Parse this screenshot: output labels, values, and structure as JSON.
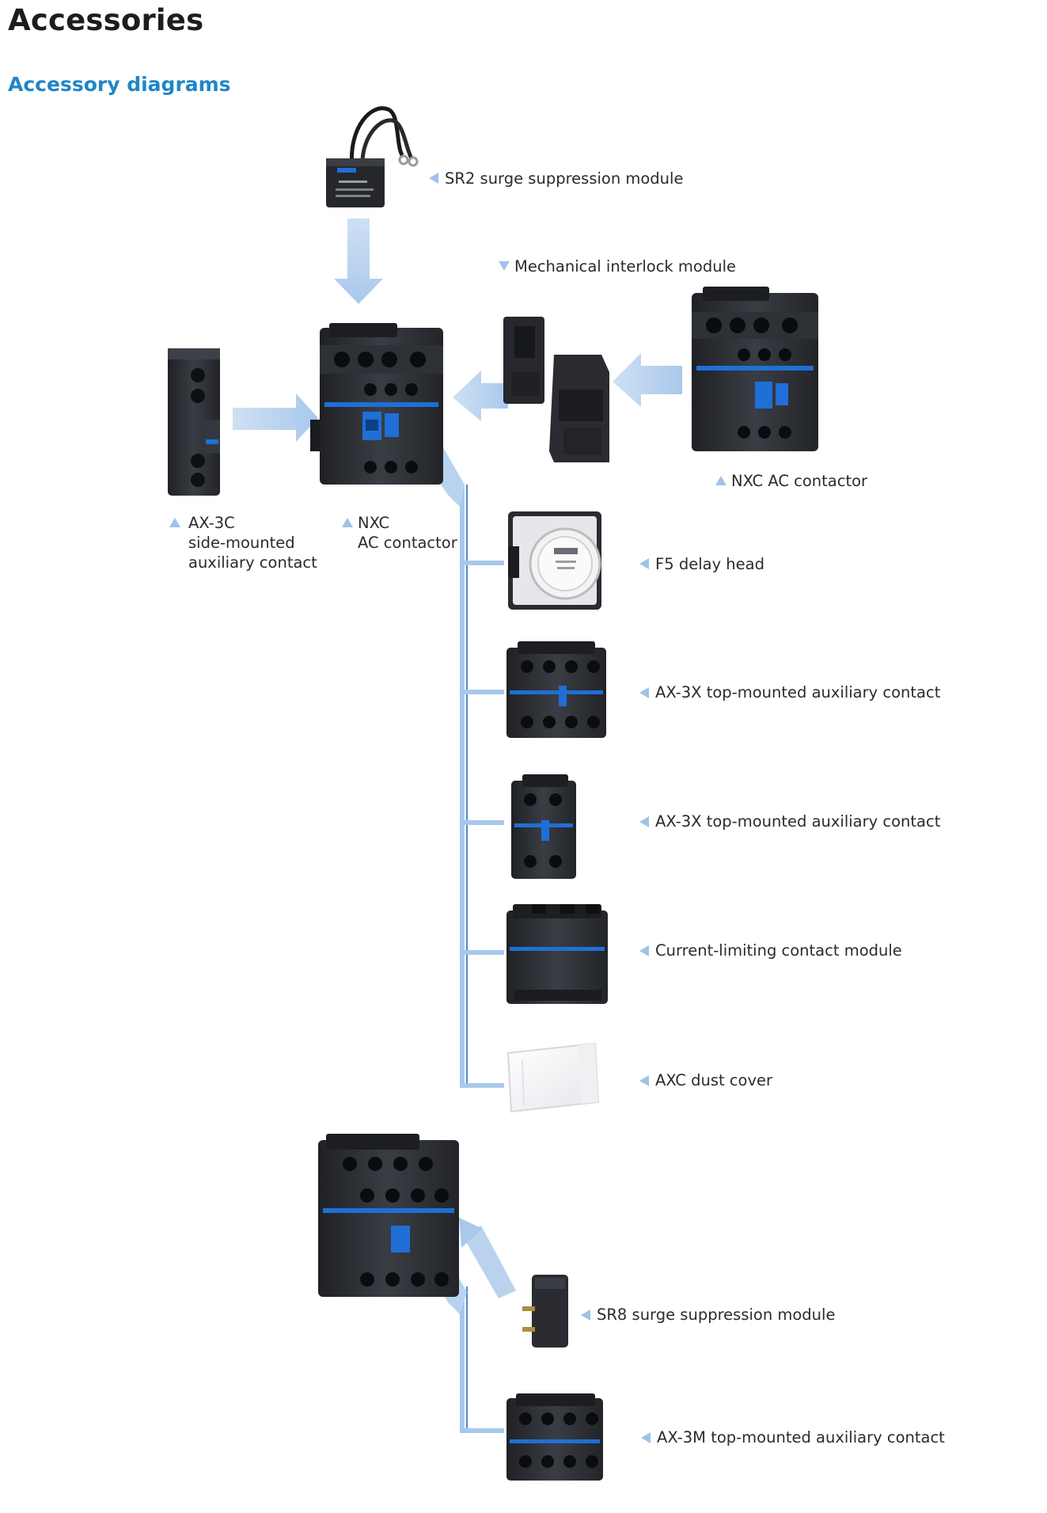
{
  "page": {
    "title": "Accessories",
    "subtitle": "Accessory diagrams"
  },
  "labels": {
    "sr2": "SR2 surge suppression module",
    "interlock": "Mechanical interlock module",
    "nxc_right": "NXC AC contactor",
    "ax3c_line1": "AX-3C",
    "ax3c_line2": "side-mounted",
    "ax3c_line3": "auxiliary contact",
    "nxc_center_line1": "NXC",
    "nxc_center_line2": "AC contactor",
    "f5": "F5 delay head",
    "ax3x_a": "AX-3X top-mounted auxiliary contact",
    "ax3x_b": "AX-3X top-mounted auxiliary contact",
    "current_limiting": "Current-limiting contact module",
    "dust_cover": "AXC dust cover",
    "sr8": "SR8 surge suppression module",
    "ax3m": "AX-3M top-mounted auxiliary contact"
  },
  "colors": {
    "heading_blue": "#1f86c6",
    "arrow_fill": "#b9d3ef",
    "connector_line": "#a8c8ea",
    "accent_blue": "#1f6fd6",
    "product_dark": "#2a2d33"
  }
}
